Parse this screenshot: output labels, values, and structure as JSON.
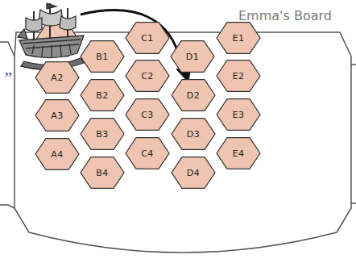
{
  "diagram": {
    "title": "Emma's Board",
    "nodes": [
      {
        "text": [
          "C1"
        ]
      },
      {
        "text": [
          "E1"
        ]
      },
      {
        "text": [
          "B1"
        ]
      },
      {
        "text": [
          "D1"
        ]
      },
      {
        "text": [
          "A2"
        ]
      },
      {
        "text": [
          "C2"
        ]
      },
      {
        "text": [
          "E2"
        ]
      },
      {
        "text": [
          "B2"
        ]
      },
      {
        "text": [
          "D2"
        ]
      },
      {
        "text": [
          "A3"
        ]
      },
      {
        "text": [
          "C3"
        ]
      },
      {
        "text": [
          "E3"
        ]
      },
      {
        "text": [
          "B3"
        ]
      },
      {
        "text": [
          "D3"
        ]
      },
      {
        "text": [
          "A4"
        ]
      },
      {
        "text": [
          "C4"
        ]
      },
      {
        "text": [
          "E4"
        ]
      },
      {
        "text": [
          "B4"
        ]
      },
      {
        "text": [
          "D4"
        ]
      }
    ],
    "labels": [
      "”"
    ]
  }
}
